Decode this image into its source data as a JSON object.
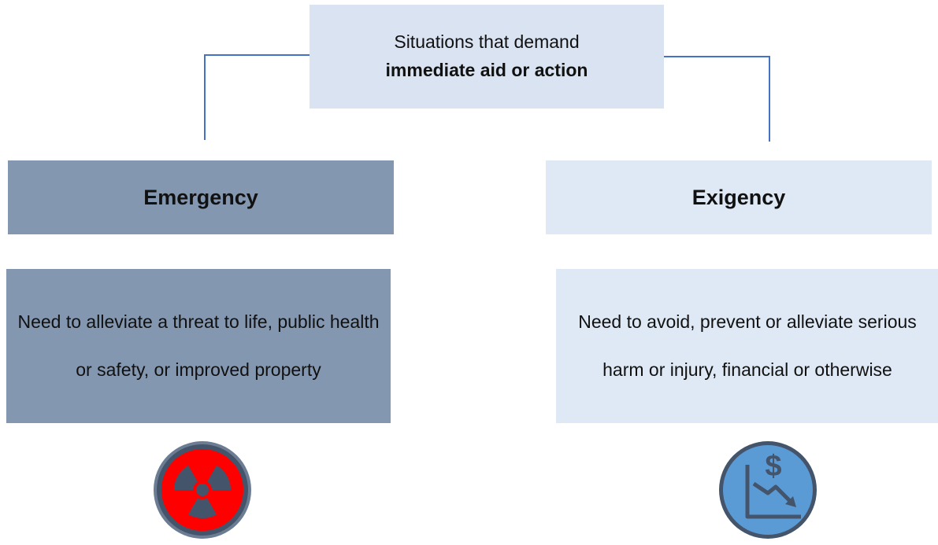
{
  "top": {
    "line1": "Situations that demand",
    "line2": "immediate aid or action"
  },
  "emergency": {
    "title": "Emergency",
    "description": "Need to alleviate a threat to life, public health or safety, or improved property",
    "icon": "radiation-icon"
  },
  "exigency": {
    "title": "Exigency",
    "description": "Need to avoid, prevent or alleviate serious harm or injury, financial or otherwise",
    "icon": "financial-decline-icon"
  },
  "colors": {
    "connector": "#4472c4",
    "top_fill": "#dae3f2",
    "emergency_fill": "#8497b0",
    "exigency_fill": "#dfe9f5",
    "radiation_red": "#ff0000",
    "icon_dark": "#44546a",
    "finance_blue": "#5b9bd5"
  }
}
